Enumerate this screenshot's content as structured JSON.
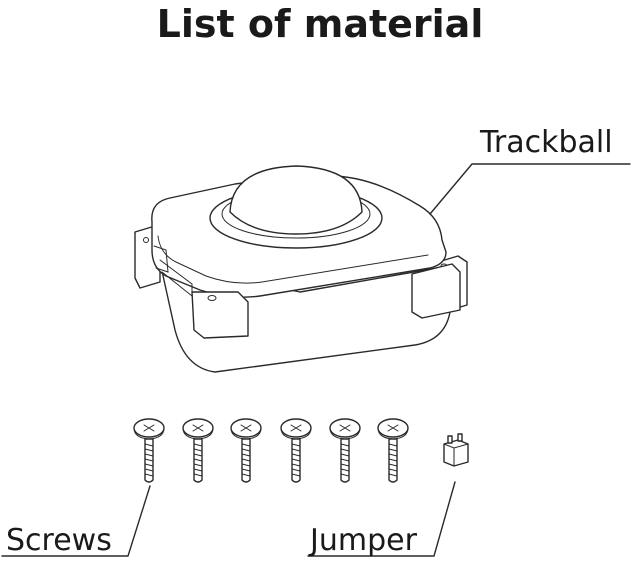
{
  "title": "List of material",
  "labels": {
    "trackball": "Trackball",
    "screws": "Screws",
    "jumper": "Jumper"
  },
  "parts": {
    "screw_count": 6
  }
}
